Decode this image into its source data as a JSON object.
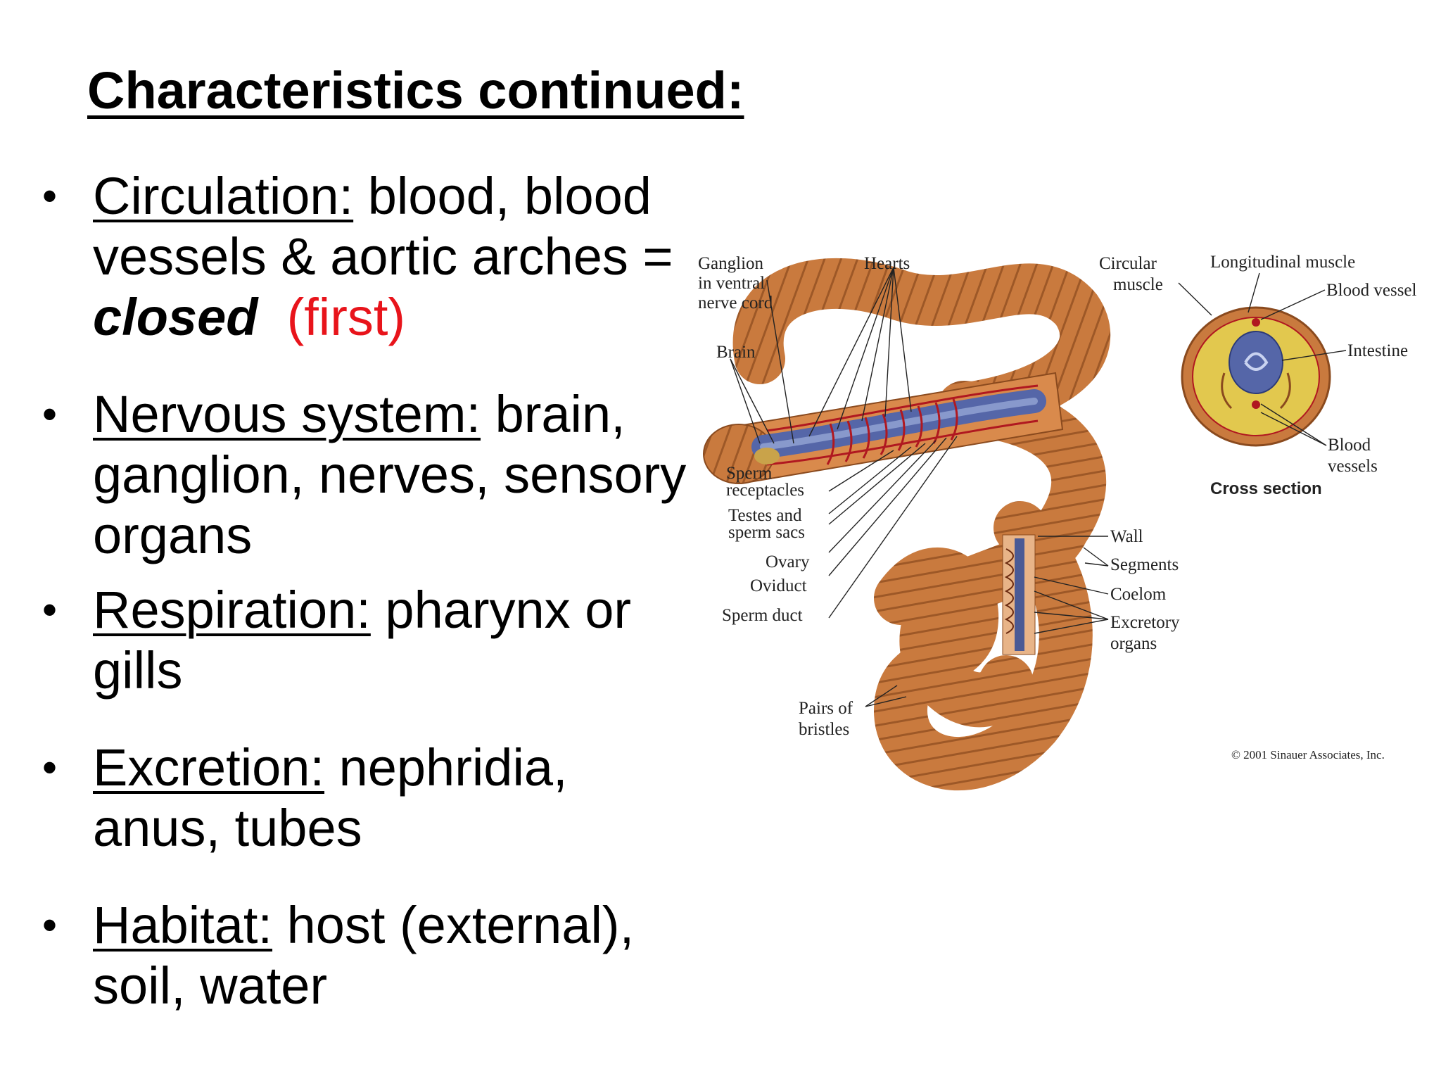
{
  "title": "Characteristics continued:",
  "bullets": [
    {
      "term": "Circulation:",
      "text_a": " blood, blood vessels & aortic arches = ",
      "emph": "closed",
      "note": "(first)"
    },
    {
      "term": "Nervous system:",
      "text": " brain, ganglion, nerves, sensory organs"
    },
    {
      "term": "Respiration:",
      "text": " pharynx or gills"
    },
    {
      "term": "Excretion:",
      "text": " nephridia, anus, tubes"
    },
    {
      "term": "Habitat:",
      "text": " host (external), soil, water"
    }
  ],
  "figure": {
    "labels": {
      "ganglion": [
        "Ganglion",
        "in ventral",
        "nerve cord"
      ],
      "hearts": "Hearts",
      "brain": "Brain",
      "sperm_receptacles": [
        "Sperm",
        "receptacles"
      ],
      "testes": [
        "Testes and",
        "sperm sacs"
      ],
      "ovary": "Ovary",
      "oviduct": "Oviduct",
      "sperm_duct": "Sperm duct",
      "bristles": [
        "Pairs of",
        "bristles"
      ],
      "wall": "Wall",
      "segments": "Segments",
      "coelom": "Coelom",
      "excretory": [
        "Excretory",
        "organs"
      ],
      "circular_muscle": [
        "Circular",
        "muscle"
      ],
      "longitudinal_muscle": "Longitudinal muscle",
      "blood_vessel": "Blood vessel",
      "intestine": "Intestine",
      "blood_vessels": [
        "Blood",
        "vessels"
      ],
      "cross_section": "Cross section"
    },
    "credit": "© 2001 Sinauer Associates, Inc.",
    "colors": {
      "body": "#c97a3e",
      "body_dark": "#8a4a1e",
      "gut": "#5566a8",
      "vessel": "#b01820",
      "cross_fill": "#e2c84e"
    }
  }
}
